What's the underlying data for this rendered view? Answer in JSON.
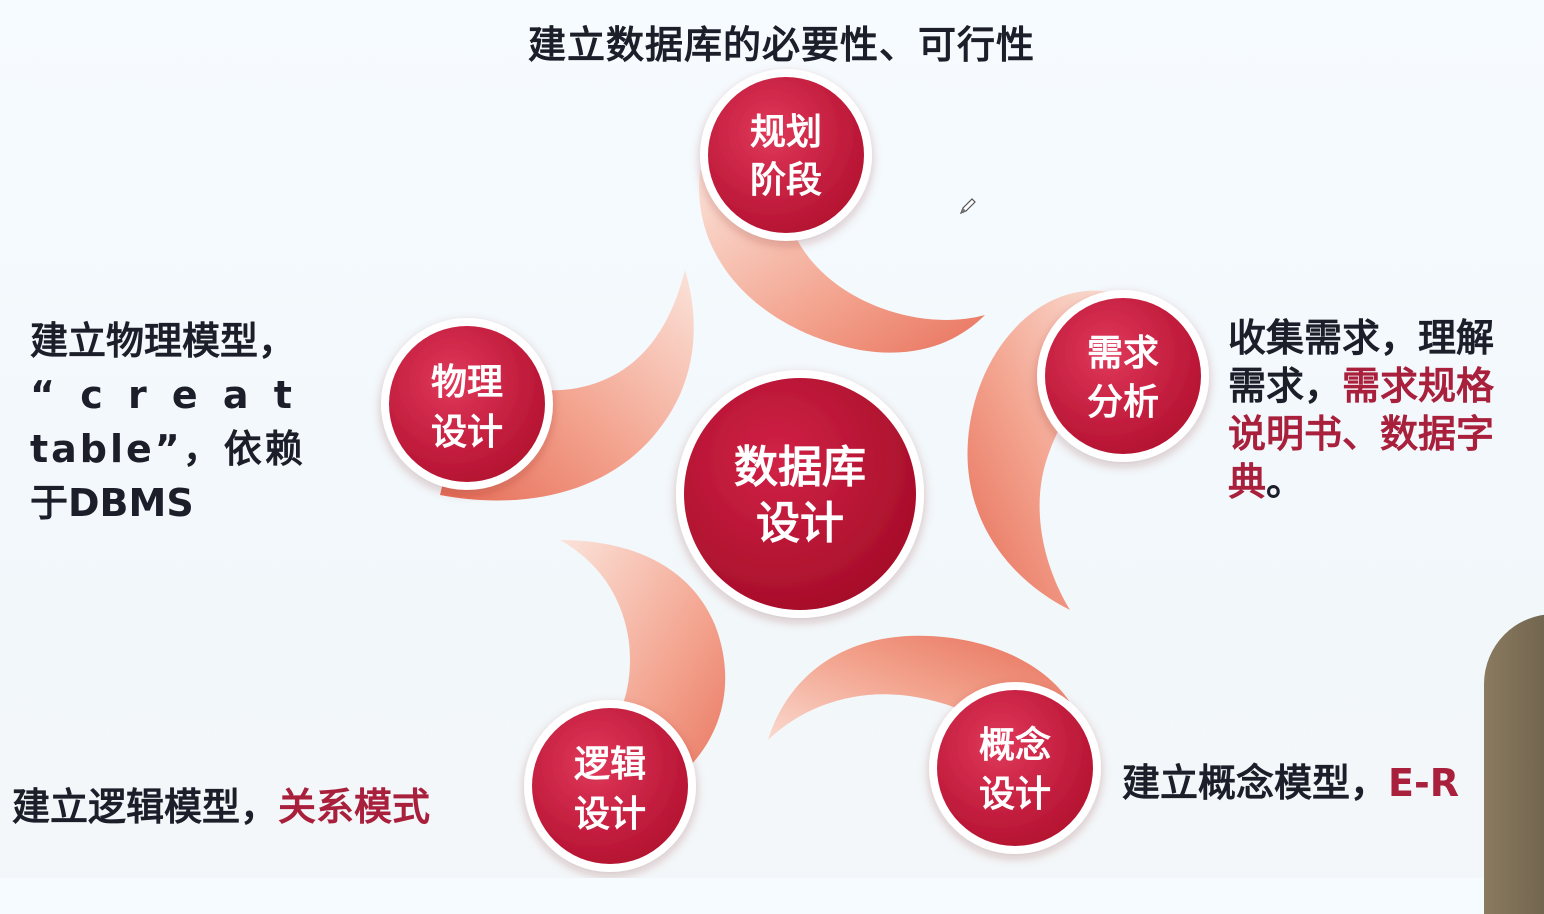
{
  "title": "建立数据库的必要性、可行性",
  "center": {
    "line1": "数据库",
    "line2": "设计"
  },
  "stages": {
    "planning": {
      "line1": "规划",
      "line2": "阶段"
    },
    "requirements": {
      "line1": "需求",
      "line2": "分析"
    },
    "conceptual": {
      "line1": "概念",
      "line2": "设计"
    },
    "logical": {
      "line1": "逻辑",
      "line2": "设计"
    },
    "physical": {
      "line1": "物理",
      "line2": "设计"
    }
  },
  "descriptions": {
    "physical": {
      "line1": "建立物理模型，",
      "line2": "“ c r e a t",
      "line3": "table”，依赖",
      "line4": "于DBMS"
    },
    "requirements": {
      "line1": "收集需求，理解",
      "line2_black": "需求，",
      "line2_red": "需求规格",
      "line3": "说明书、数据字",
      "line4_red": "典",
      "line4_black": "。"
    },
    "conceptual": {
      "black": "建立概念模型，",
      "red": "E-R"
    },
    "logical": {
      "black": "建立逻辑模型，",
      "red": "关系模式"
    }
  },
  "colors": {
    "node_fill": "#c8183f",
    "center_fill": "#b8102e",
    "swirl_light": "#f8d2c6",
    "swirl_dark": "#e8735e",
    "text_dark": "#1c1f2a",
    "text_red": "#a8203c"
  },
  "icons": {
    "cursor": "pencil-icon"
  }
}
